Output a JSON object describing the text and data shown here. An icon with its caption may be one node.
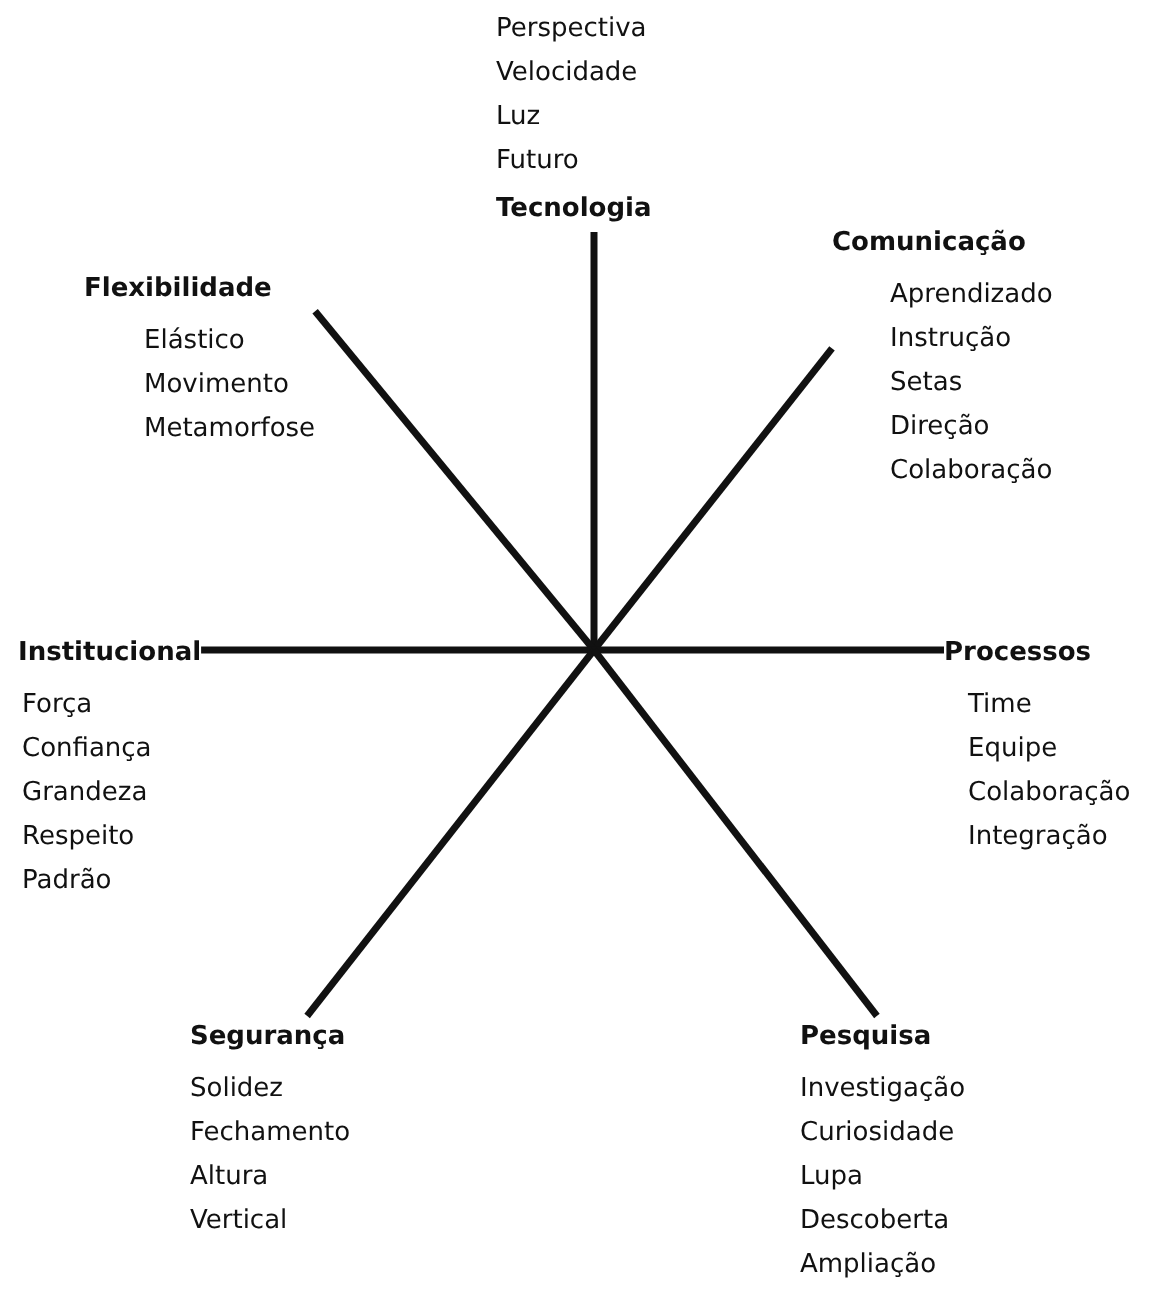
{
  "diagram": {
    "nodes": [
      {
        "text": [
          "Perspectiva",
          "Velocidade",
          "Luz",
          "Futuro",
          "Tecnologia"
        ]
      },
      {
        "text": [
          "Comunicação",
          "Aprendizado",
          "Instrução",
          "Setas",
          "Direção",
          "Colaboração"
        ]
      },
      {
        "text": [
          "Flexibilidade",
          "Elástico",
          "Movimento",
          "Metamorfose"
        ]
      },
      {
        "text": [
          "Institucional",
          "Força",
          "Confiança",
          "Grandeza",
          "Respeito",
          "Padrão"
        ]
      },
      {
        "text": [
          "Processos",
          "Time",
          "Equipe",
          "Colaboração",
          "Integração"
        ]
      },
      {
        "text": [
          "Segurança",
          "Solidez",
          "Fechamento",
          "Altura",
          "Vertical"
        ]
      },
      {
        "text": [
          "Pesquisa",
          "Investigação",
          "Curiosidade",
          "Lupa",
          "Descoberta",
          "Ampliação"
        ]
      }
    ],
    "edges": [
      {
        "from": 0,
        "to": null,
        "arrow": "none"
      },
      {
        "from": 1,
        "to": null,
        "arrow": "none"
      },
      {
        "from": 2,
        "to": null,
        "arrow": "none"
      },
      {
        "from": 3,
        "to": null,
        "arrow": "none"
      },
      {
        "from": 4,
        "to": null,
        "arrow": "none"
      },
      {
        "from": 5,
        "to": null,
        "arrow": "none"
      },
      {
        "from": 6,
        "to": null,
        "arrow": "none"
      }
    ]
  }
}
